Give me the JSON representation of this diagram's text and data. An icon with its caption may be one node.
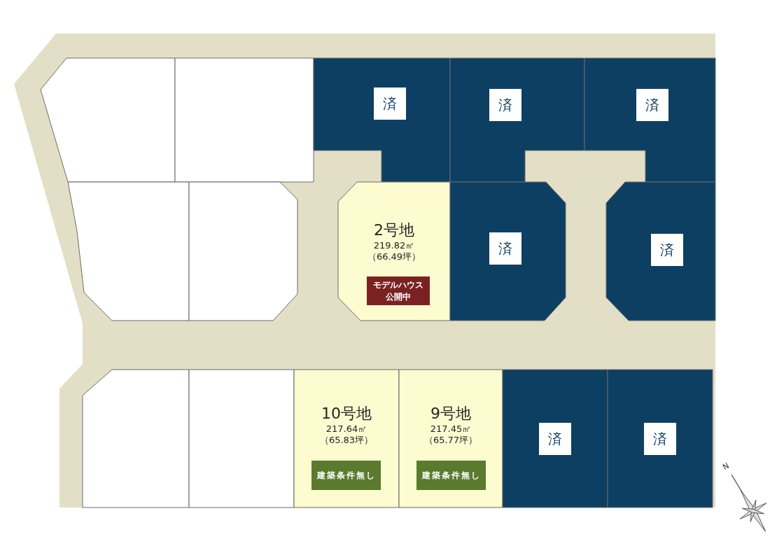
{
  "diagram": {
    "nodes": [
      {
        "text": [],
        "shape": "box"
      },
      {
        "text": [],
        "shape": "box"
      },
      {
        "text": [
          "済"
        ]
      },
      {
        "text": [
          "済"
        ]
      },
      {
        "text": [
          "済"
        ]
      },
      {
        "text": [],
        "shape": "box"
      },
      {
        "text": [],
        "shape": "box"
      },
      {
        "text": [
          "2号地",
          "219.82㎡",
          "（66.49坪）"
        ]
      },
      {
        "text": [
          "モデルハウス公開中"
        ],
        "in": 7
      },
      {
        "text": [
          "済"
        ]
      },
      {
        "text": [
          "済"
        ]
      },
      {
        "text": [],
        "shape": "box"
      },
      {
        "text": [],
        "shape": "box"
      },
      {
        "text": [
          "10号地",
          "217.64㎡",
          "（65.83坪）"
        ]
      },
      {
        "text": [
          "建築条件無し"
        ],
        "in": 13
      },
      {
        "text": [
          "9号地",
          "217.45㎡",
          "（65.77坪）"
        ]
      },
      {
        "text": [
          "建築条件無し"
        ],
        "in": 15
      },
      {
        "text": [
          "済"
        ]
      },
      {
        "text": [
          "済"
        ]
      }
    ],
    "labels": [
      "N"
    ]
  }
}
